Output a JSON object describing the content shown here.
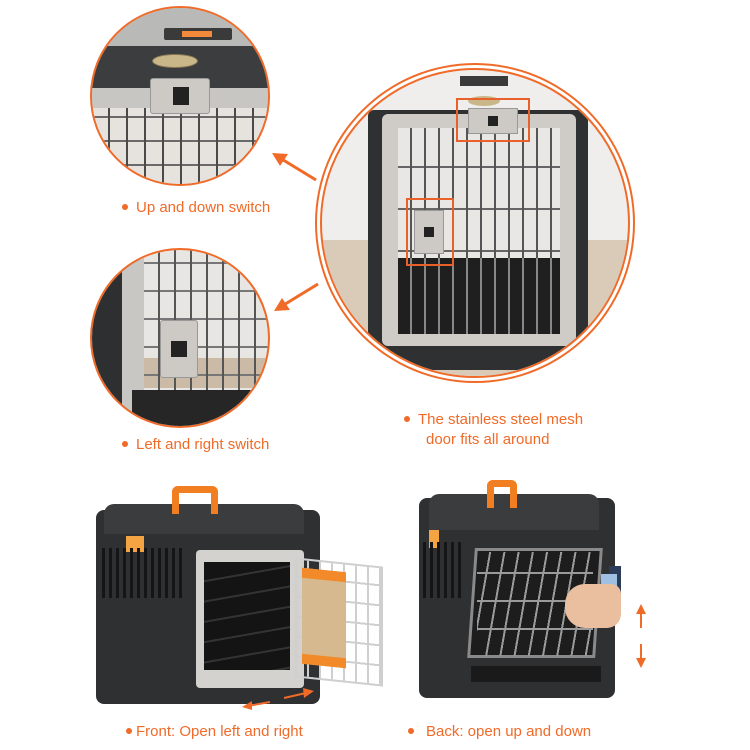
{
  "theme": {
    "accent_color": "#f06a28",
    "crate_body_color": "#2f3032",
    "handle_color": "#f27e22",
    "door_frame_color": "#cfccc8"
  },
  "callouts": {
    "top_left": {
      "label": "Up and down switch",
      "image_alt": "Close-up of top door latch on mesh door"
    },
    "middle_left": {
      "label": "Left and right switch",
      "image_alt": "Close-up of side door latch on mesh door"
    },
    "center": {
      "label_line1": "The stainless steel mesh",
      "label_line2": "door fits all around",
      "image_alt": "Front view of crate door with two highlighted latches"
    }
  },
  "photos": {
    "front": {
      "label": "Front: Open left and right",
      "image_alt": "Crate with front door swung open to the side",
      "direction_arrows": "left-right"
    },
    "back": {
      "label": "Back: open up and down",
      "image_alt": "Crate with rear door lifted by hand",
      "direction_arrows": "up-down"
    }
  }
}
